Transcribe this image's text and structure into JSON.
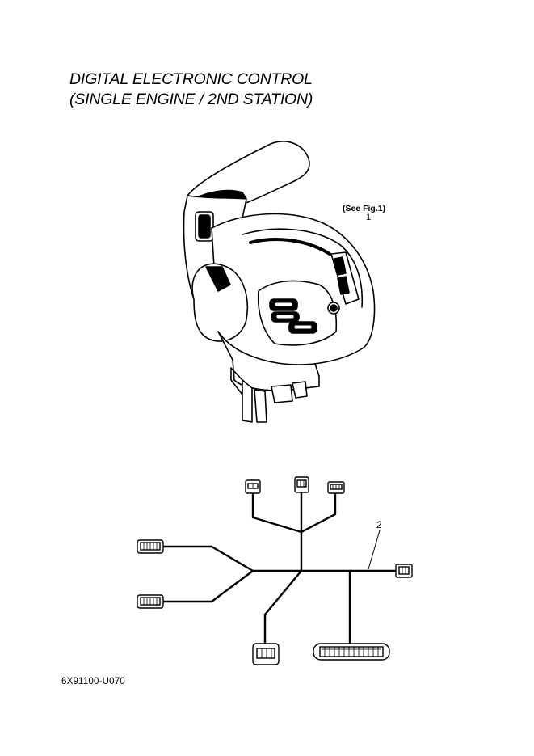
{
  "title": {
    "line1": "DIGITAL ELECTRONIC CONTROL",
    "line2": "(SINGLE ENGINE / 2ND STATION)"
  },
  "callouts": {
    "see_fig": "(See Fig.1)",
    "item1": "1",
    "item2": "2"
  },
  "part_number": "6X91100-U070",
  "icons": [
    "control-lever-illustration",
    "wire-harness-illustration"
  ]
}
